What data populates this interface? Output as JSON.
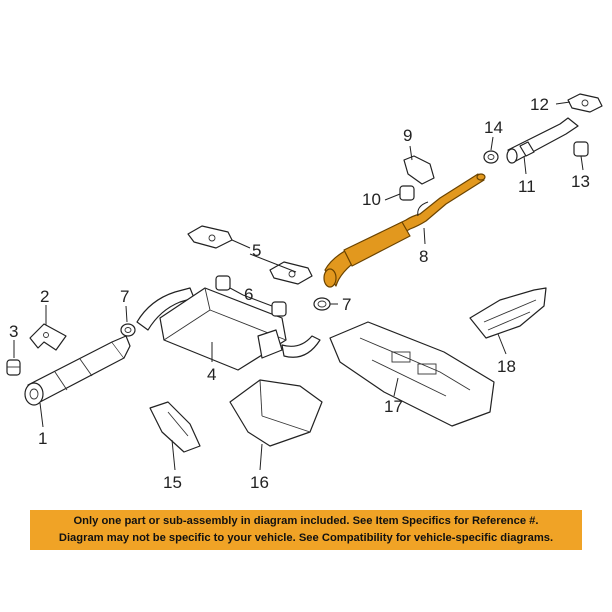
{
  "diagram": {
    "callouts": {
      "p1": "1",
      "p2": "2",
      "p3": "3",
      "p4": "4",
      "p5": "5",
      "p6": "6",
      "p7a": "7",
      "p7b": "7",
      "p8": "8",
      "p9": "9",
      "p10": "10",
      "p11": "11",
      "p12": "12",
      "p13": "13",
      "p14": "14",
      "p15": "15",
      "p16": "16",
      "p17": "17",
      "p18": "18"
    },
    "highlight_color": "#e2981e",
    "notice_color": "#f0a326"
  },
  "notice": {
    "line1": "Only one part or sub-assembly in diagram included. See Item Specifics for Reference #.",
    "line2": "Diagram may not be specific to your vehicle. See Compatibility for vehicle-specific diagrams."
  }
}
